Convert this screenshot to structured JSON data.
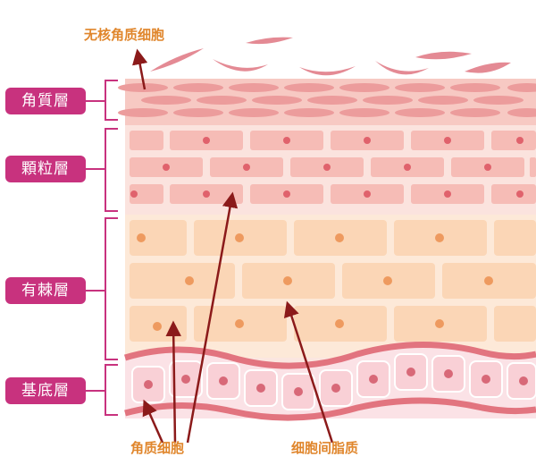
{
  "labels": {
    "top": "无核角质细胞",
    "bottom_left": "角质细胞",
    "bottom_right": "细胞间脂质"
  },
  "layers": [
    {
      "name": "角質層"
    },
    {
      "name": "顆粒層"
    },
    {
      "name": "有棘層"
    },
    {
      "name": "基底層"
    }
  ],
  "colors": {
    "tag_bg": "#c8327e",
    "label_text": "#e0862c",
    "arrow": "#8b1a1a",
    "bracket": "#c8327e"
  }
}
